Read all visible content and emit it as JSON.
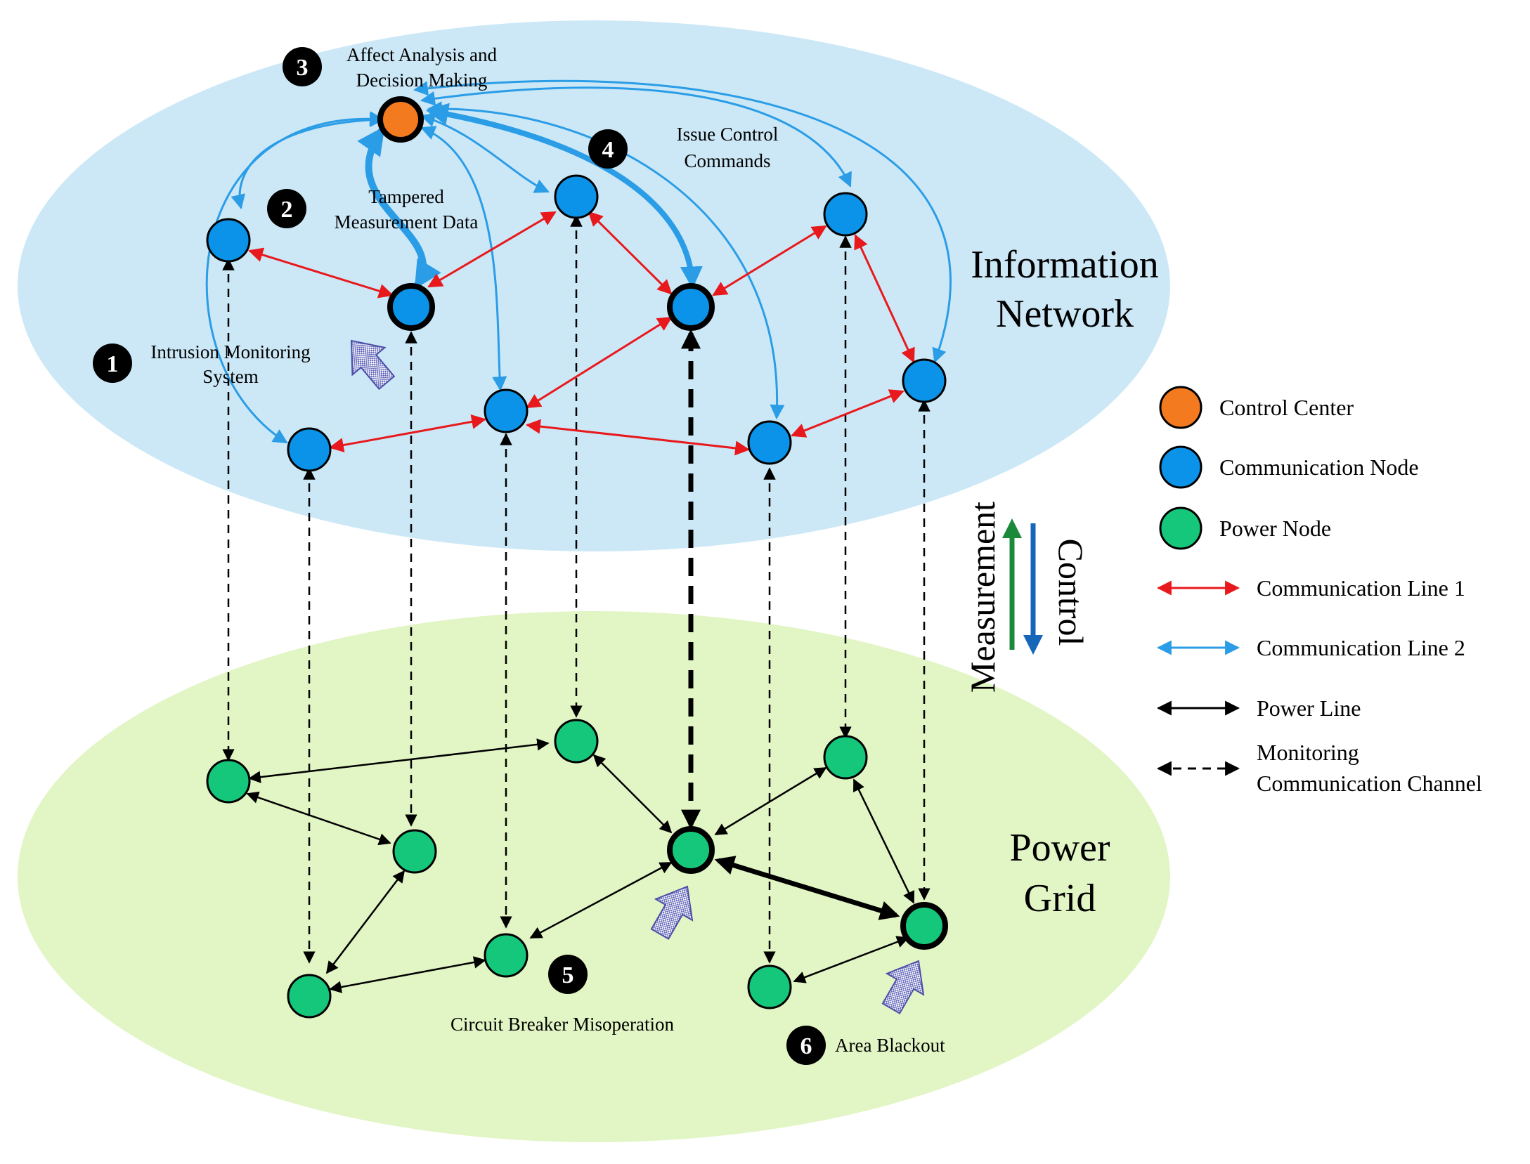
{
  "layers": {
    "information": {
      "line1": "Information",
      "line2": "Network",
      "fill": "#cce8f7"
    },
    "power": {
      "line1": "Power",
      "line2": "Grid",
      "fill": "#e2f5c4"
    }
  },
  "side_labels": {
    "measurement": "Measurement",
    "control": "Control"
  },
  "annotations": [
    {
      "num": "1",
      "lines": [
        "Intrusion Monitoring",
        "System"
      ]
    },
    {
      "num": "2",
      "lines": [
        "Tampered",
        "Measurement Data"
      ]
    },
    {
      "num": "3",
      "lines": [
        "Affect Analysis and",
        "Decision Making"
      ]
    },
    {
      "num": "4",
      "lines": [
        "Issue Control",
        "Commands"
      ]
    },
    {
      "num": "5",
      "lines": [
        "Circuit Breaker Misoperation"
      ]
    },
    {
      "num": "6",
      "lines": [
        "Area Blackout"
      ]
    }
  ],
  "legend": {
    "control_center": "Control Center",
    "communication_node": "Communication Node",
    "power_node": "Power Node",
    "communication_line_1": "Communication Line 1",
    "communication_line_2": "Communication Line 2",
    "power_line": "Power Line",
    "monitoring_channel_1": "Monitoring",
    "monitoring_channel_2": "Communication Channel"
  },
  "colors": {
    "control_center": "#f47a20",
    "communication_node": "#0a93e8",
    "power_node": "#14c77b",
    "communication_line_1": "#e8191c",
    "communication_line_2": "#2b9de6",
    "power_line": "#000000",
    "measurement_arrow": "#1a8a3a",
    "control_arrow": "#1566b8"
  },
  "icons": [
    "cursor-arrow-icon"
  ]
}
